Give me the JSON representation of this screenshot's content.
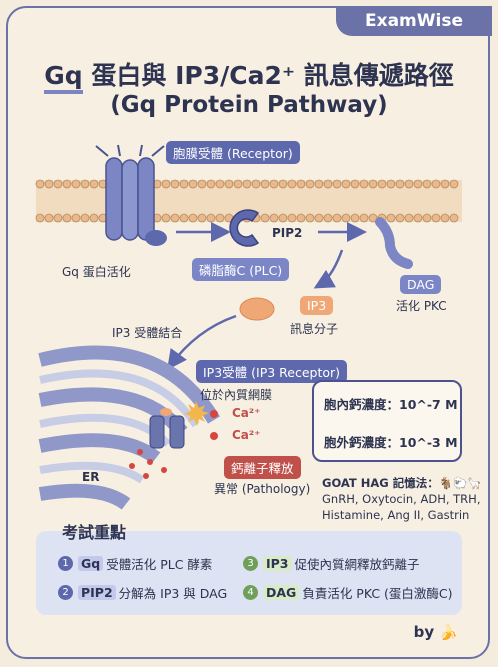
{
  "brand": "ExamWise",
  "title_keyword": "Gq",
  "title_rest": " 蛋白與 IP3/Ca2⁺ 訊息傳遞路徑",
  "subtitle": "(Gq Protein Pathway)",
  "labels": {
    "receptor": "胞膜受體 (Receptor)",
    "gq_active": "Gq 蛋白活化",
    "plc": "磷脂酶C (PLC)",
    "pip2": "PIP2",
    "dag": "DAG",
    "pkc": "活化 PKC",
    "ip3": "IP3",
    "messenger": "訊息分子",
    "ip3_binding": "IP3 受體結合",
    "ip3_receptor": "IP3受體 (IP3 Receptor)",
    "er_location": "位於內質網膜",
    "ca1": "Ca²⁺",
    "ca2": "Ca²⁺",
    "er": "ER",
    "ca_release": "鈣離子釋放",
    "pathology": "異常 (Pathology)"
  },
  "concentration": {
    "intra": "胞內鈣濃度：10^-7 M",
    "extra": "胞外鈣濃度：10^-3 M"
  },
  "goat": {
    "heading": "GOAT HAG 記憶法：",
    "icons": "🐐🐑🦙",
    "line1": "GnRH, Oxytocin, ADH, TRH,",
    "line2": "Histamine, Ang II, Gastrin"
  },
  "exam": {
    "title": "考試重點",
    "items": [
      {
        "num": "1",
        "kw": "Gq",
        "text": "受體活化 PLC 酵素"
      },
      {
        "num": "2",
        "kw": "PIP2",
        "text": "分解為 IP3 與 DAG"
      },
      {
        "num": "3",
        "kw": "IP3",
        "text": "促使內質網釋放鈣離子"
      },
      {
        "num": "4",
        "kw": "DAG",
        "text": "負責活化 PKC (蛋白激酶C)"
      }
    ]
  },
  "signature": "by 🍌",
  "colors": {
    "accent": "#6a72a8",
    "orange": "#f0a776",
    "red": "#c0504a",
    "panel": "#dde3f3"
  }
}
